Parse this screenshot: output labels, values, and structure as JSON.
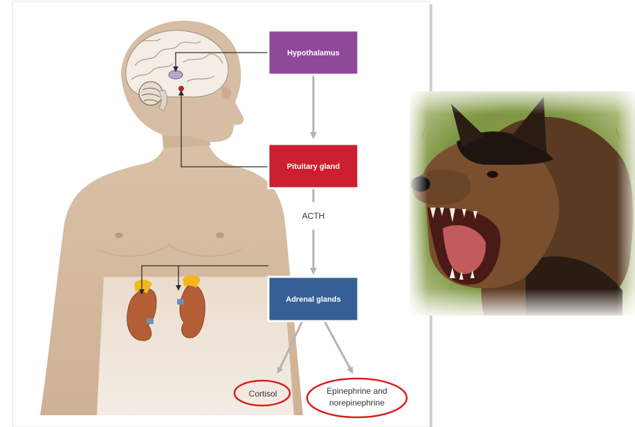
{
  "diagram": {
    "nodes": [
      {
        "id": "hypothalamus",
        "label": "Hypothalamus",
        "color": "#8e4a99"
      },
      {
        "id": "pituitary",
        "label": "Pituitary gland",
        "color": "#cc1f2f"
      },
      {
        "id": "adrenal",
        "label": "Adrenal glands",
        "color": "#365f96"
      }
    ],
    "edge_label": "ACTH",
    "outputs": [
      {
        "lines": [
          "Cortisol"
        ]
      },
      {
        "lines": [
          "Epinephrine and",
          "norepinephrine"
        ]
      }
    ],
    "highlight_color": "#d81e1e"
  },
  "photo": {
    "subject": "snarling German shepherd dog",
    "icons": [
      "dog-photo"
    ]
  }
}
